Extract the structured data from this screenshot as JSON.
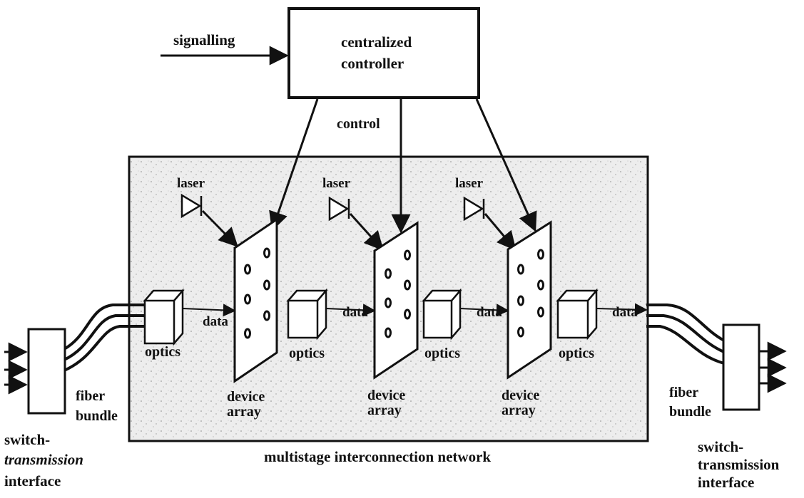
{
  "labels": {
    "signalling": "signalling",
    "controller_line1": "centralized",
    "controller_line2": "controller",
    "control": "control",
    "laser": "laser",
    "data": "data",
    "optics": "optics",
    "device": "device",
    "array": "array",
    "fiber": "fiber",
    "bundle": "bundle",
    "switch": "switch-",
    "transmission_italic": "transmission",
    "transmission": "transmission",
    "interface": "interface",
    "network": "multistage interconnection network"
  },
  "colors": {
    "ink": "#111111",
    "network_fill": "#ececec",
    "box_fill": "#ffffff"
  }
}
